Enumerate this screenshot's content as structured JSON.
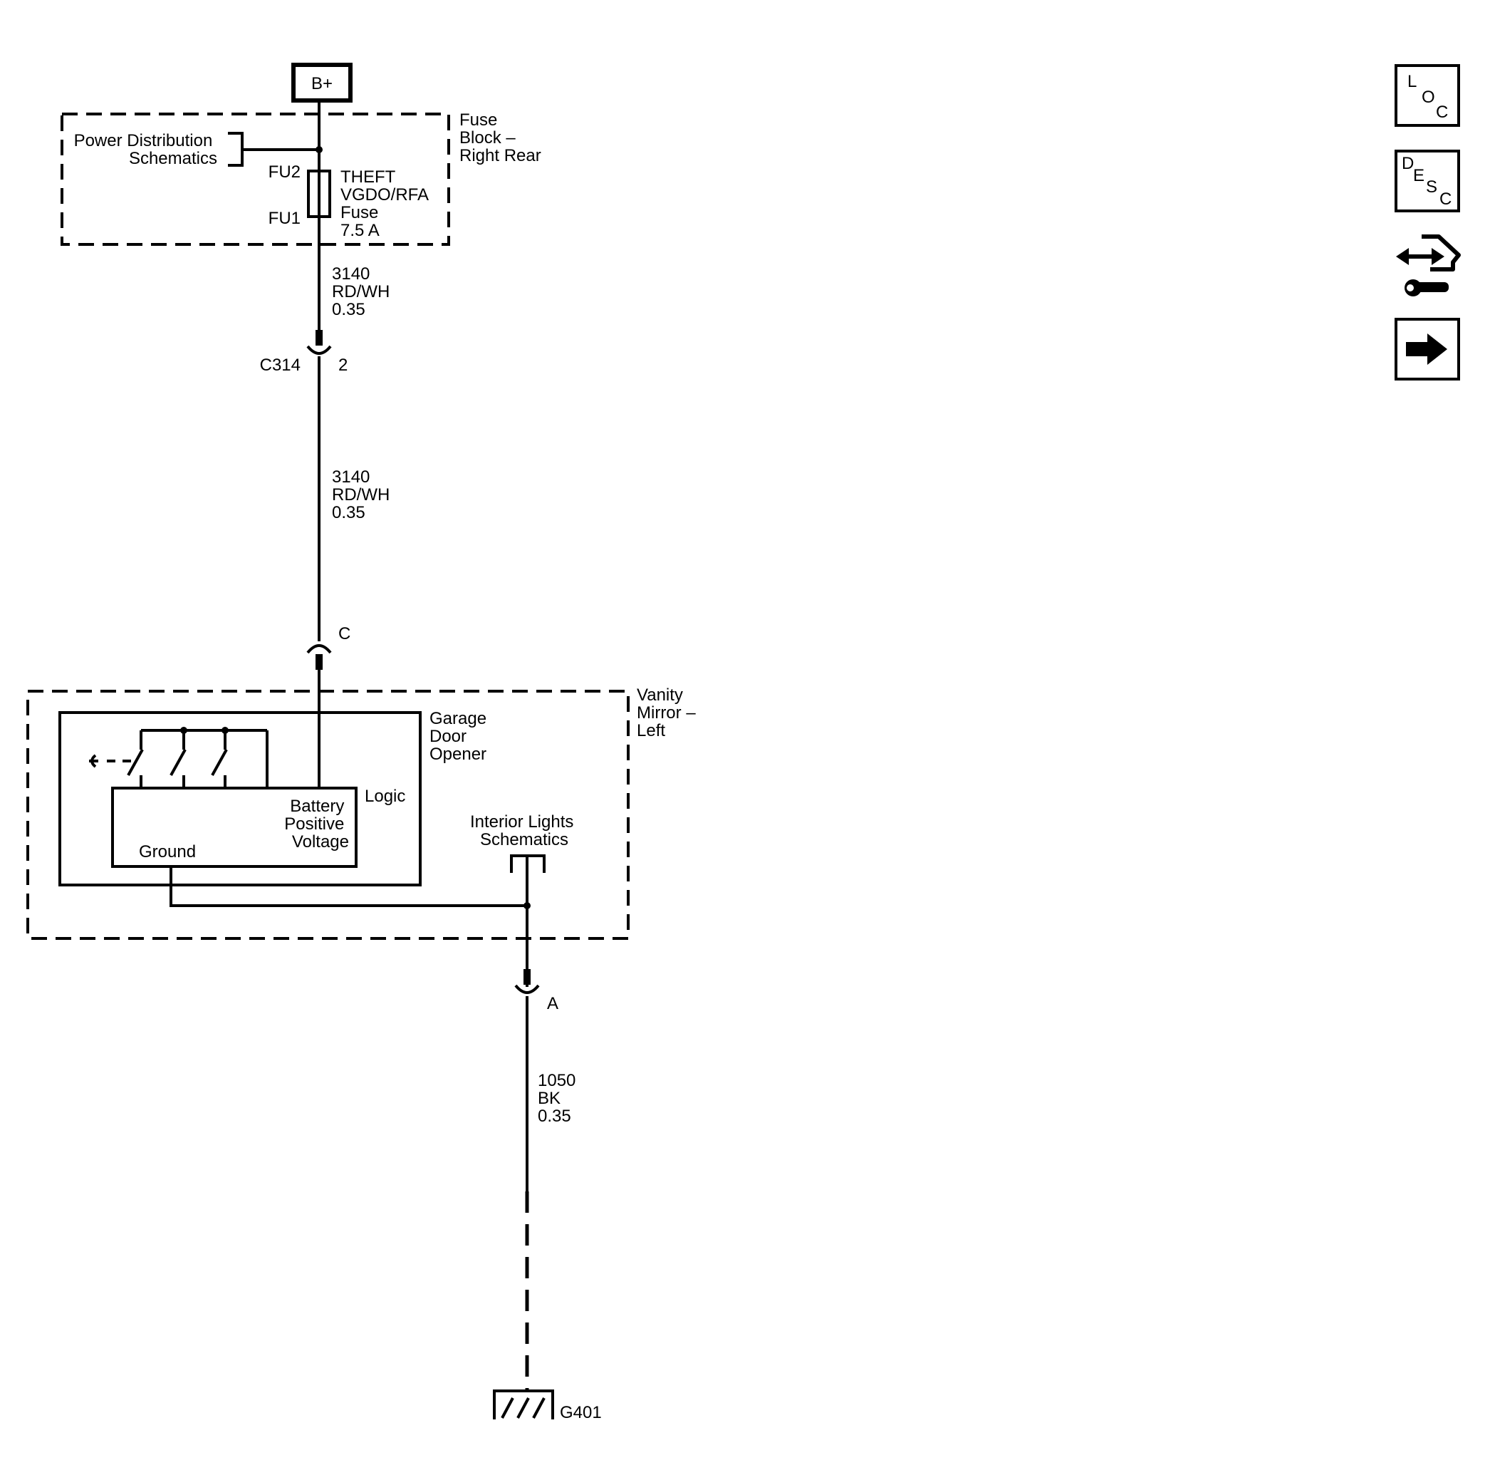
{
  "power": {
    "label": "B+"
  },
  "fuse_block": {
    "name_lines": [
      "Fuse",
      "Block –",
      "Right Rear"
    ],
    "ref_lines": [
      "Power Distribution",
      "Schematics"
    ],
    "pin_top": "FU2",
    "pin_bottom": "FU1",
    "fuse_lines": [
      "THEFT",
      "VGDO/RFA",
      "Fuse",
      "7.5 A"
    ]
  },
  "wire_upper": {
    "lines": [
      "3140",
      "RD/WH",
      "0.35"
    ]
  },
  "connector_c314": {
    "name": "C314",
    "pin": "2"
  },
  "wire_middle": {
    "lines": [
      "3140",
      "RD/WH",
      "0.35"
    ]
  },
  "connector_c": {
    "pin": "C"
  },
  "vanity_mirror": {
    "name_lines": [
      "Vanity",
      "Mirror –",
      "Left"
    ]
  },
  "garage_door_opener": {
    "name_lines": [
      "Garage",
      "Door",
      "Opener"
    ],
    "logic_label": "Logic",
    "battery_lines": [
      "Battery",
      "Positive",
      "Voltage"
    ],
    "ground_label": "Ground"
  },
  "interior_lights": {
    "lines": [
      "Interior Lights",
      "Schematics"
    ]
  },
  "connector_a": {
    "pin": "A"
  },
  "wire_lower": {
    "lines": [
      "1050",
      "BK",
      "0.35"
    ]
  },
  "ground_point": {
    "name": "G401"
  },
  "side_icons": {
    "loc": [
      "L",
      "O",
      "C"
    ],
    "desc": [
      "D",
      "E",
      "S",
      "C"
    ]
  }
}
